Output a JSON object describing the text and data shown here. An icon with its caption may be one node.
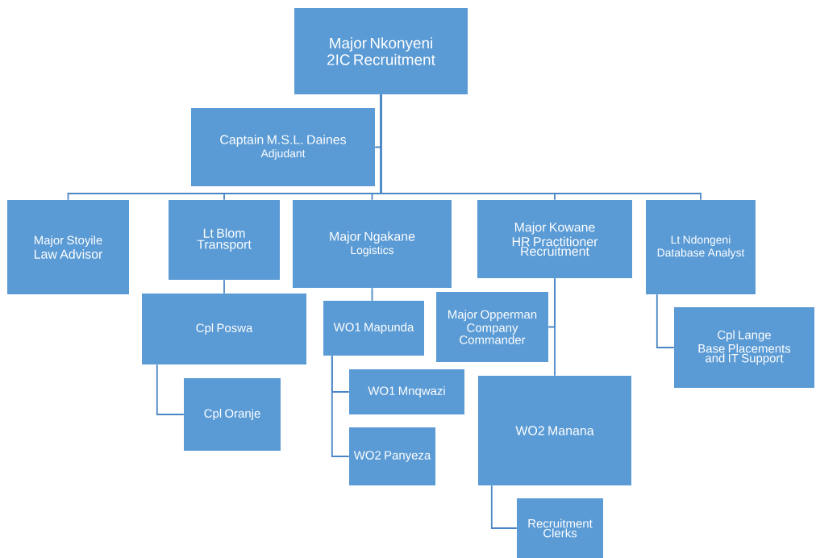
{
  "diagram": {
    "nodes": [
      {
        "text": [
          "Major Nkonyeni",
          "2IC Recruitment"
        ]
      },
      {
        "text": [
          "Captain M.S.L. Daines",
          "Adjudant"
        ]
      },
      {
        "text": [
          "Major Stoyile",
          "Law Advisor"
        ]
      },
      {
        "text": [
          "Lt Blom",
          "Transport"
        ]
      },
      {
        "text": [
          "Major Ngakane",
          "Logistics"
        ]
      },
      {
        "text": [
          "Major Kowane",
          "HR Practitioner Recruitment"
        ]
      },
      {
        "text": [
          "Lt Ndongeni",
          "Database Analyst"
        ]
      },
      {
        "text": [
          "Cpl Poswa"
        ]
      },
      {
        "text": [
          "Cpl Oranje"
        ]
      },
      {
        "text": [
          "WO1 Mapunda"
        ]
      },
      {
        "text": [
          "Major Opperman",
          "Company Commander"
        ]
      },
      {
        "text": [
          "Cpl Lange",
          "Base Placements and IT Support"
        ]
      },
      {
        "text": [
          "WO1 Mnqwazi"
        ]
      },
      {
        "text": [
          "WO2 Panyeza"
        ]
      },
      {
        "text": [
          "WO2 Manana"
        ]
      },
      {
        "text": [
          "Recruitment Clerks"
        ]
      }
    ],
    "edges": [
      {
        "from": 0,
        "to": 1,
        "arrow": "none"
      },
      {
        "from": 0,
        "to": 2,
        "arrow": "none"
      },
      {
        "from": 0,
        "to": 3,
        "arrow": "none"
      },
      {
        "from": 0,
        "to": 4,
        "arrow": "none"
      },
      {
        "from": 0,
        "to": 5,
        "arrow": "none"
      },
      {
        "from": 0,
        "to": 6,
        "arrow": "none"
      },
      {
        "from": 3,
        "to": 7,
        "arrow": "none"
      },
      {
        "from": 7,
        "to": 8,
        "arrow": "none"
      },
      {
        "from": 4,
        "to": 9,
        "arrow": "none"
      },
      {
        "from": 9,
        "to": 12,
        "arrow": "none"
      },
      {
        "from": 9,
        "to": 13,
        "arrow": "none"
      },
      {
        "from": 5,
        "to": 10,
        "arrow": "none"
      },
      {
        "from": 5,
        "to": 14,
        "arrow": "none"
      },
      {
        "from": 14,
        "to": 15,
        "arrow": "none"
      },
      {
        "from": 6,
        "to": 11,
        "arrow": "none"
      }
    ]
  }
}
